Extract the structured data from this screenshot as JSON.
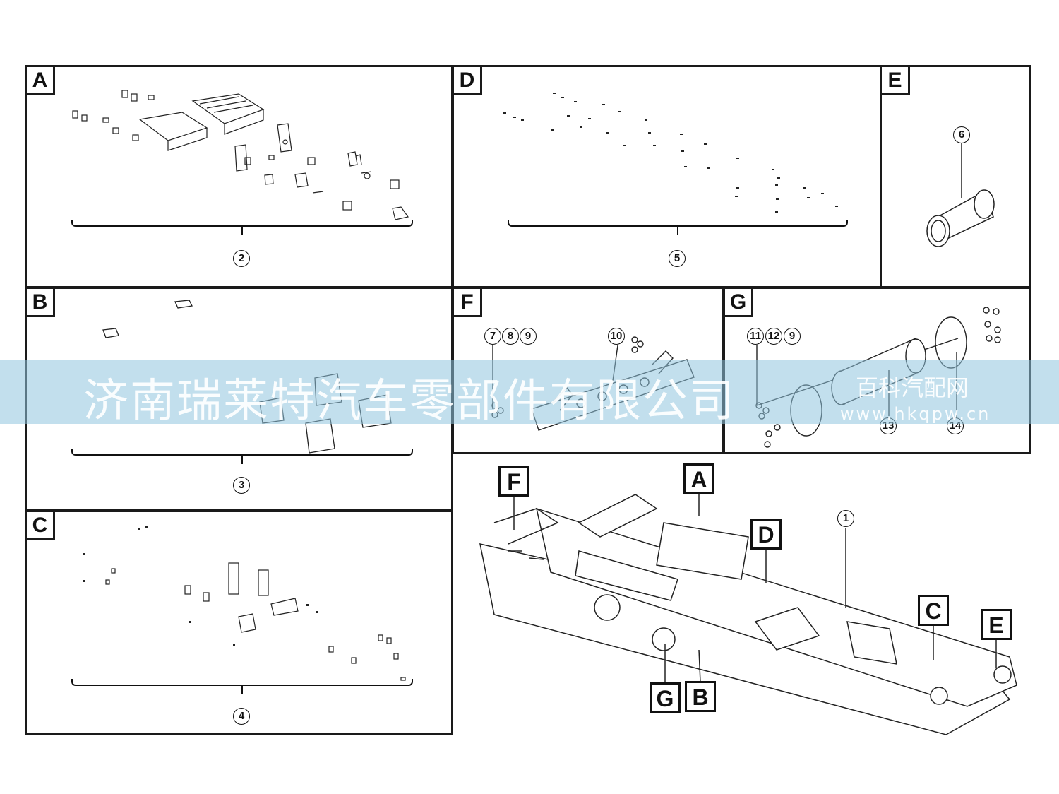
{
  "panels": {
    "A": {
      "label": "A",
      "callout": "2"
    },
    "B": {
      "label": "B",
      "callout": "3"
    },
    "C": {
      "label": "C",
      "callout": "4"
    },
    "D": {
      "label": "D",
      "callout": "5"
    },
    "E": {
      "label": "E",
      "callout": "6"
    },
    "F": {
      "label": "F",
      "callouts": [
        "7",
        "8",
        "9",
        "10"
      ]
    },
    "G": {
      "label": "G",
      "callouts": [
        "11",
        "12",
        "9",
        "13",
        "14"
      ]
    }
  },
  "overview": {
    "callout": "1",
    "letters": [
      "F",
      "A",
      "D",
      "C",
      "E",
      "G",
      "B"
    ]
  },
  "watermark": {
    "main": "济南瑞莱特汽车零部件有限公司",
    "sub1": "百科汽配网",
    "sub2": "www.hkqpw.cn"
  }
}
